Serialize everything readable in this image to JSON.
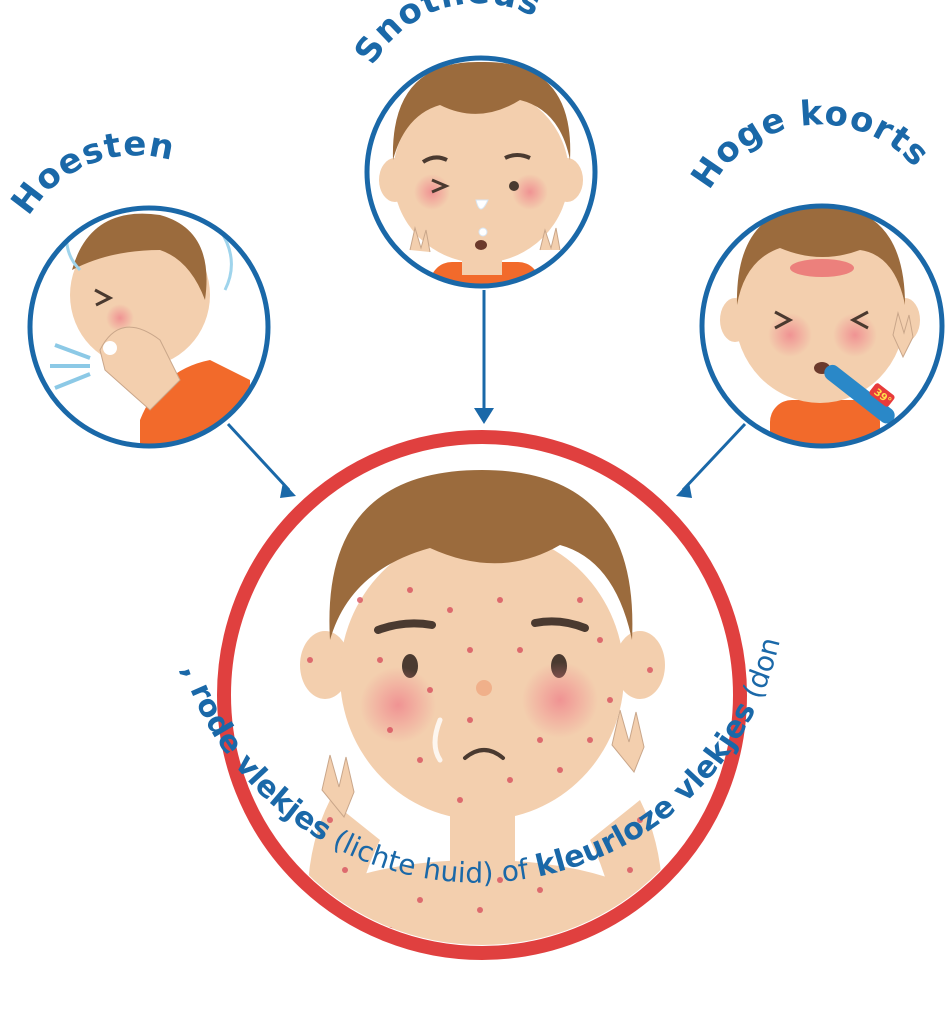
{
  "labels": {
    "snot": "Snotneus",
    "cough": "Hoesten",
    "fever": "Hoge koorts",
    "thermo": "39°"
  },
  "rash_caption": {
    "part1": "Voelbare, rode vlekjes",
    "part2": " (lichte huid) of ",
    "part3": "kleurloze vlekjes",
    "part4": " (donkere huid)"
  },
  "colors": {
    "blue": "#1a68a8",
    "red": "#e0403f",
    "skin": "#f3cfae",
    "hair": "#9b6b3d",
    "shirt": "#f26a2b"
  }
}
